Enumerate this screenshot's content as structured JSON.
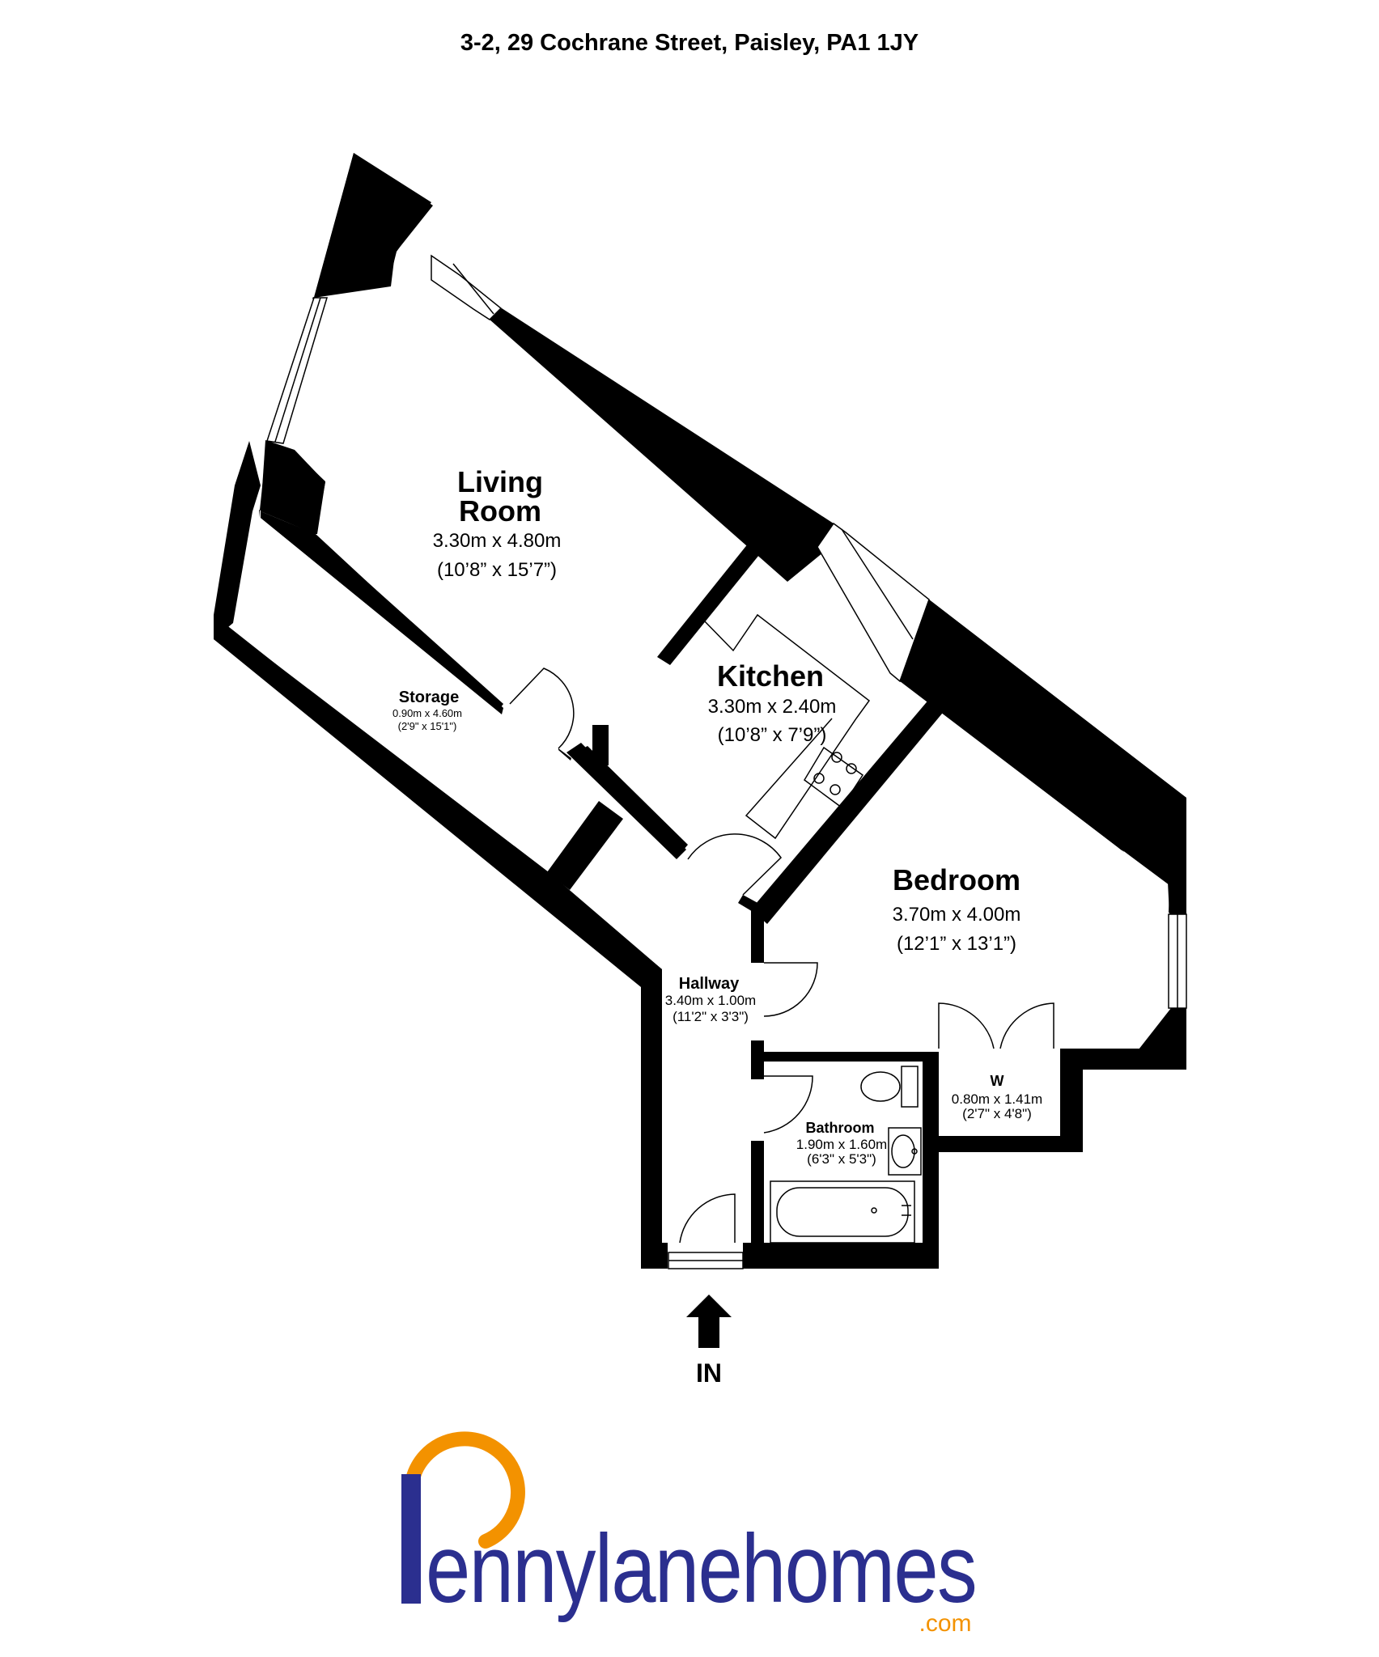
{
  "address": "3-2, 29 Cochrane Street, Paisley, PA1 1JY",
  "rooms": {
    "living": {
      "name_line1": "Living",
      "name_line2": "Room",
      "metric": "3.30m x 4.80m",
      "imperial": "(10’8” x 15’7”)"
    },
    "kitchen": {
      "name": "Kitchen",
      "metric": "3.30m x 2.40m",
      "imperial": "(10’8” x 7’9”)"
    },
    "bedroom": {
      "name": "Bedroom",
      "metric": "3.70m x 4.00m",
      "imperial": "(12’1” x 13’1”)"
    },
    "storage": {
      "name": "Storage",
      "metric": "0.90m x 4.60m",
      "imperial": "(2'9\" x 15'1\")"
    },
    "hallway": {
      "name": "Hallway",
      "metric": "3.40m x 1.00m",
      "imperial": "(11'2\" x 3'3\")"
    },
    "bathroom": {
      "name": "Bathroom",
      "metric": "1.90m x 1.60m",
      "imperial": "(6'3\" x 5'3\")"
    },
    "wardrobe": {
      "name": "W",
      "metric": "0.80m x 1.41m",
      "imperial": "(2'7\" x 4'8\")"
    }
  },
  "entrance_label": "IN",
  "logo": {
    "text": "Pennylanehomes",
    "suffix": ".com",
    "colors": {
      "blue": "#2b2f8f",
      "orange": "#f39200"
    }
  }
}
